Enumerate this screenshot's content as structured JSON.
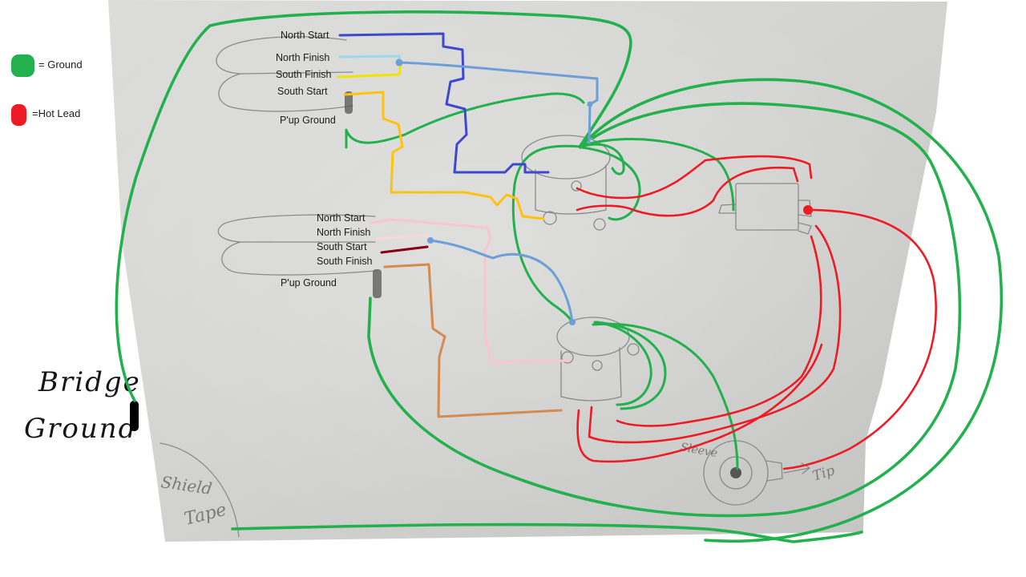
{
  "legend": {
    "ground_label": "= Ground",
    "hot_label": "=Hot Lead"
  },
  "colors": {
    "ground": "#22b14c",
    "hot_lead": "#ed1c24",
    "series_link": "#6c9fd8"
  },
  "pickup_top": {
    "wires": [
      {
        "label": "North Start",
        "color": "#3f48cc"
      },
      {
        "label": "North Finish",
        "color": "#99d9ea"
      },
      {
        "label": "South Finish",
        "color": "#f2e200"
      },
      {
        "label": "South Start",
        "color": "#ffc20e"
      },
      {
        "label": "P'up Ground",
        "color": "#22b14c"
      }
    ]
  },
  "pickup_bottom": {
    "wires": [
      {
        "label": "North Start",
        "color": "#fbc4cf"
      },
      {
        "label": "North Finish",
        "color": "#fcd6df"
      },
      {
        "label": "South Start",
        "color": "#880015"
      },
      {
        "label": "South Finish",
        "color": "#d38b50"
      },
      {
        "label": "P'up Ground",
        "color": "#22b14c"
      }
    ]
  },
  "annotations": {
    "bridge_ground": [
      "Bridge",
      "Ground"
    ],
    "shield_tape": [
      "Shield",
      "Tape"
    ],
    "jack_sleeve": "Sleeve",
    "jack_tip": "Tip"
  }
}
